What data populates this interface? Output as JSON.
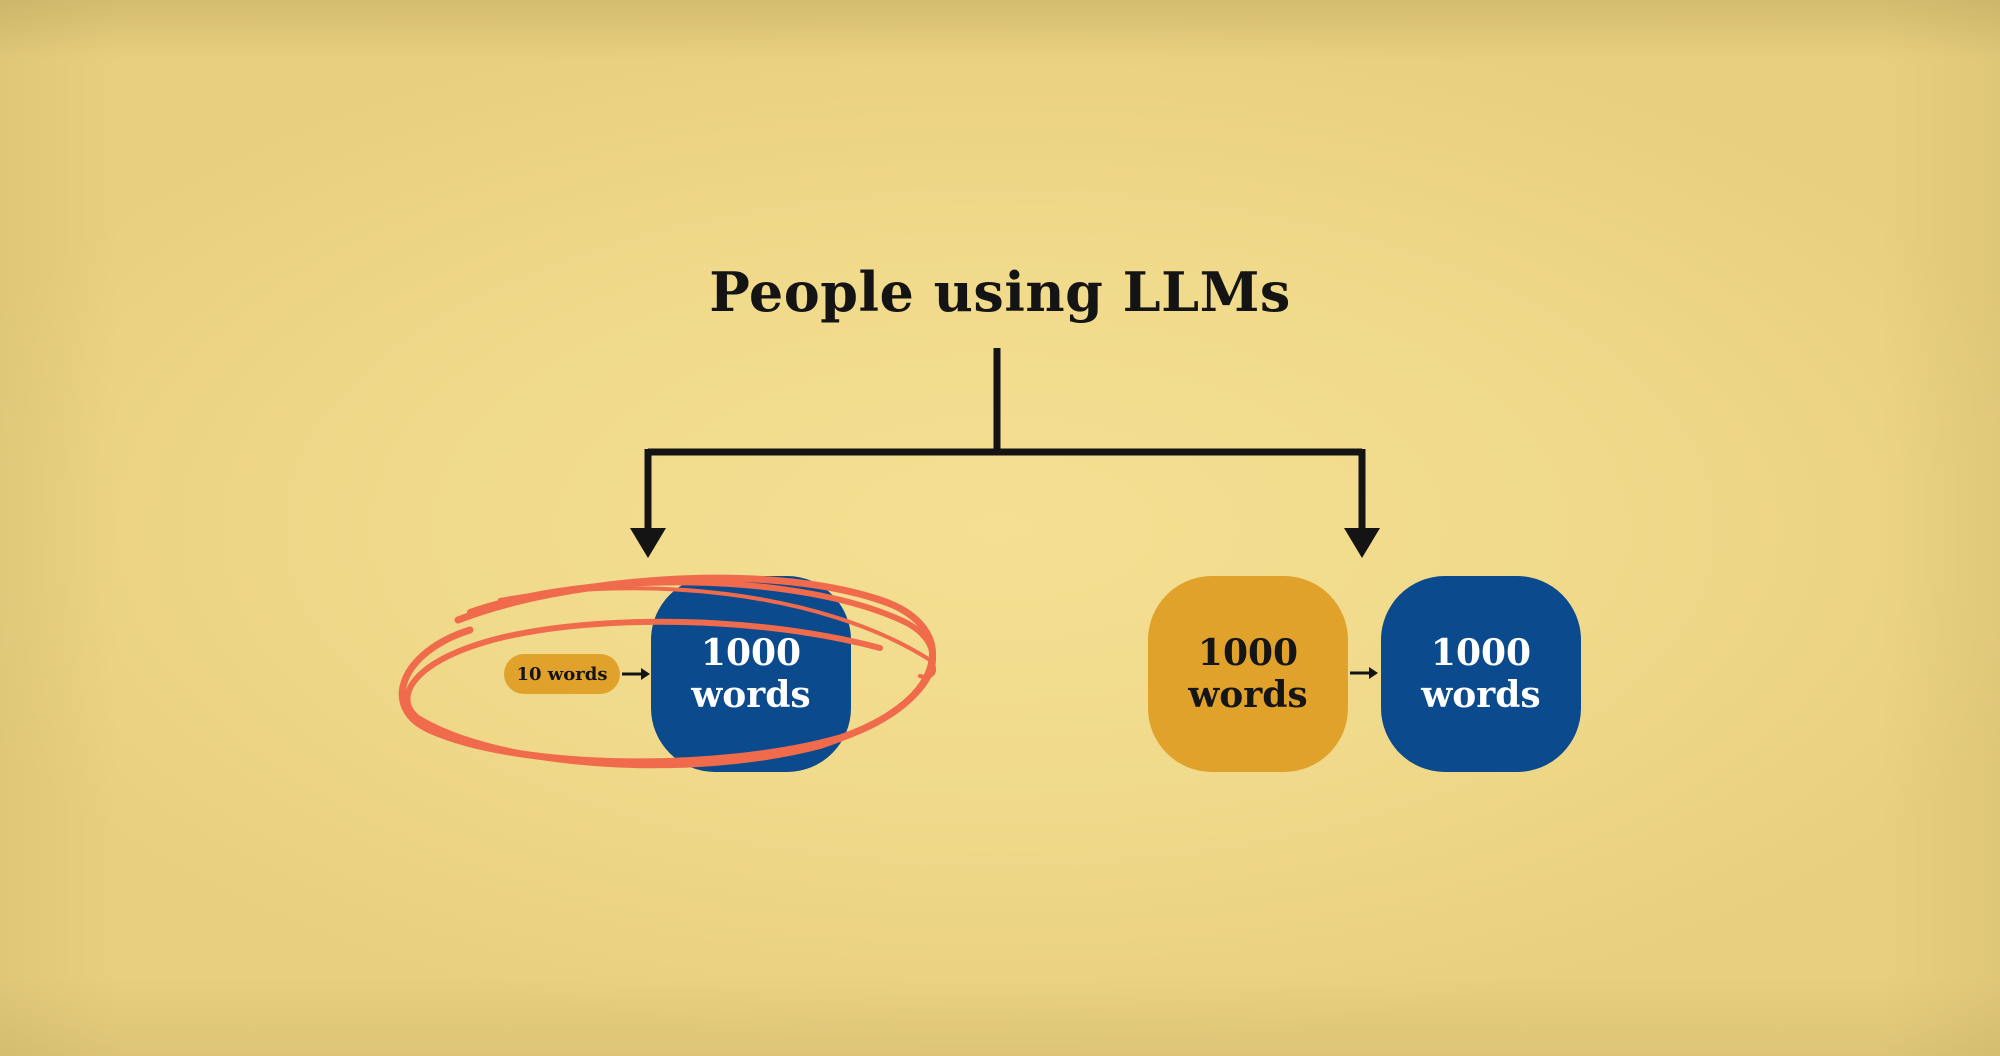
{
  "title": "People using LLMs",
  "left_branch": {
    "input_pill": "10 words",
    "output_box": {
      "line1": "1000",
      "line2": "words"
    }
  },
  "right_branch": {
    "input_box": {
      "line1": "1000",
      "line2": "words"
    },
    "output_box": {
      "line1": "1000",
      "line2": "words"
    }
  },
  "colors": {
    "background": "#f0d98a",
    "blue": "#0b4a8c",
    "gold": "#e0a22a",
    "ink": "#141414",
    "annotation": "#f06a4c"
  },
  "annotation": {
    "shape": "hand-drawn-circle",
    "target": "left_branch"
  }
}
